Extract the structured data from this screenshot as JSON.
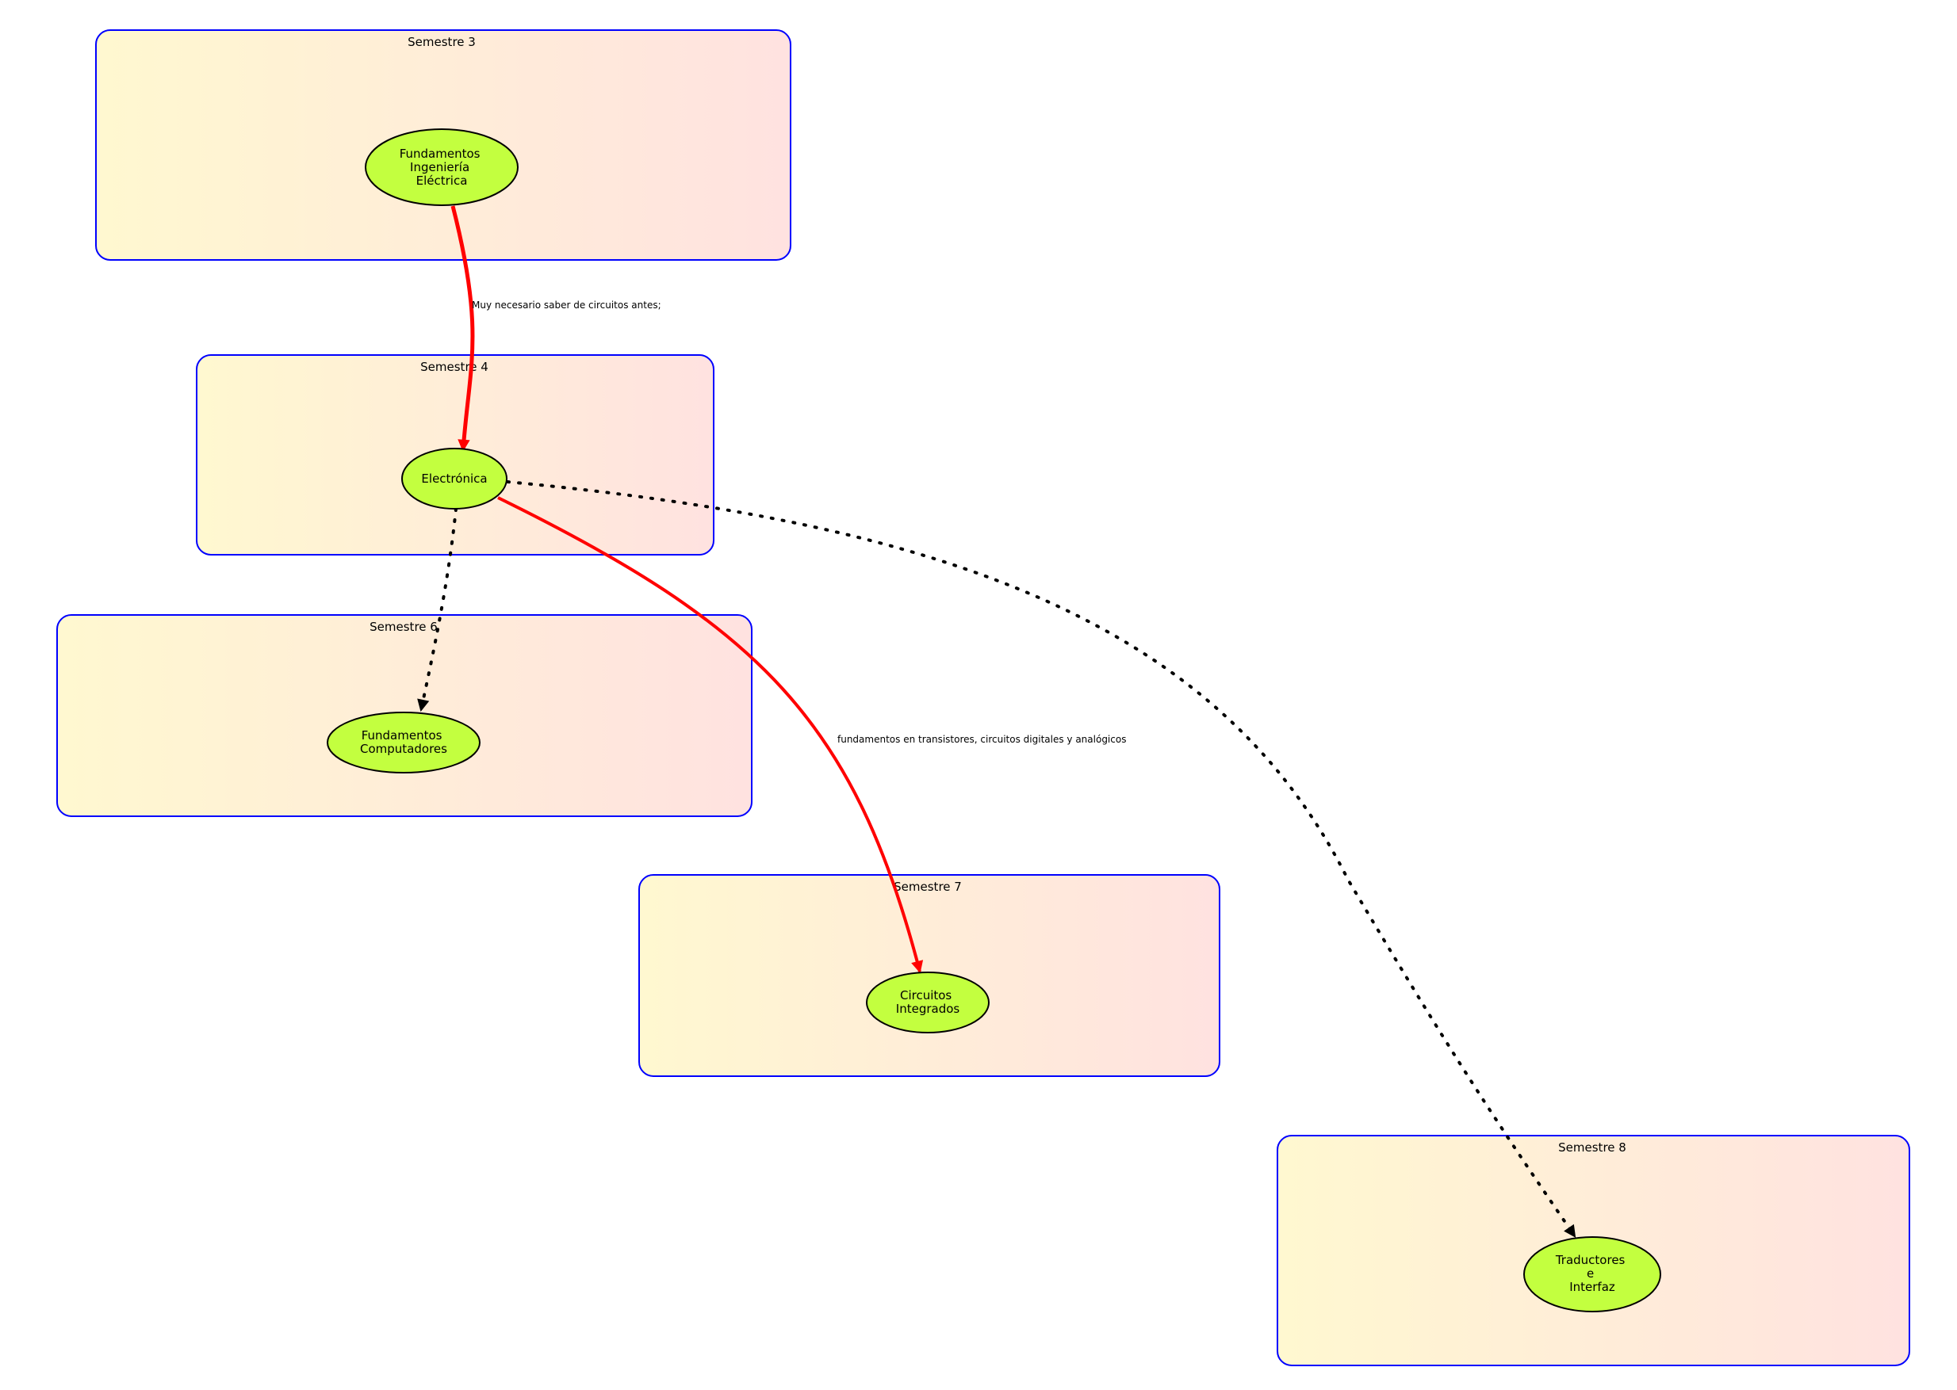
{
  "colors": {
    "cluster_border": "#0000ff",
    "cluster_fill_start": "#fff8d0",
    "cluster_fill_end": "#ffe2e0",
    "node_fill": "#c3ff3f",
    "node_border": "#000000",
    "required_edge": "#ff0000",
    "optional_edge": "#000000"
  },
  "clusters": {
    "sem3": {
      "title": "Semestre 3"
    },
    "sem4": {
      "title": "Semestre 4"
    },
    "sem6": {
      "title": "Semestre 6"
    },
    "sem7": {
      "title": "Semestre 7"
    },
    "sem8": {
      "title": "Semestre 8"
    }
  },
  "nodes": {
    "fie": {
      "lines": [
        "Fundamentos",
        "Ingeniería",
        "Eléctrica"
      ]
    },
    "elec": {
      "lines": [
        "Electrónica"
      ]
    },
    "fc": {
      "lines": [
        "Fundamentos",
        "Computadores"
      ]
    },
    "ci": {
      "lines": [
        "Circuitos",
        "Integrados"
      ]
    },
    "ti": {
      "lines": [
        "Traductores",
        "e",
        "Interfaz"
      ]
    }
  },
  "edges": {
    "fie_elec": {
      "style": "solid",
      "label": "Muy necesario saber de circuitos antes;"
    },
    "elec_ci": {
      "style": "solid",
      "label": "fundamentos en transistores, circuitos digitales y analógicos"
    },
    "elec_fc": {
      "style": "dotted",
      "label": ""
    },
    "elec_ti": {
      "style": "dotted",
      "label": ""
    }
  }
}
